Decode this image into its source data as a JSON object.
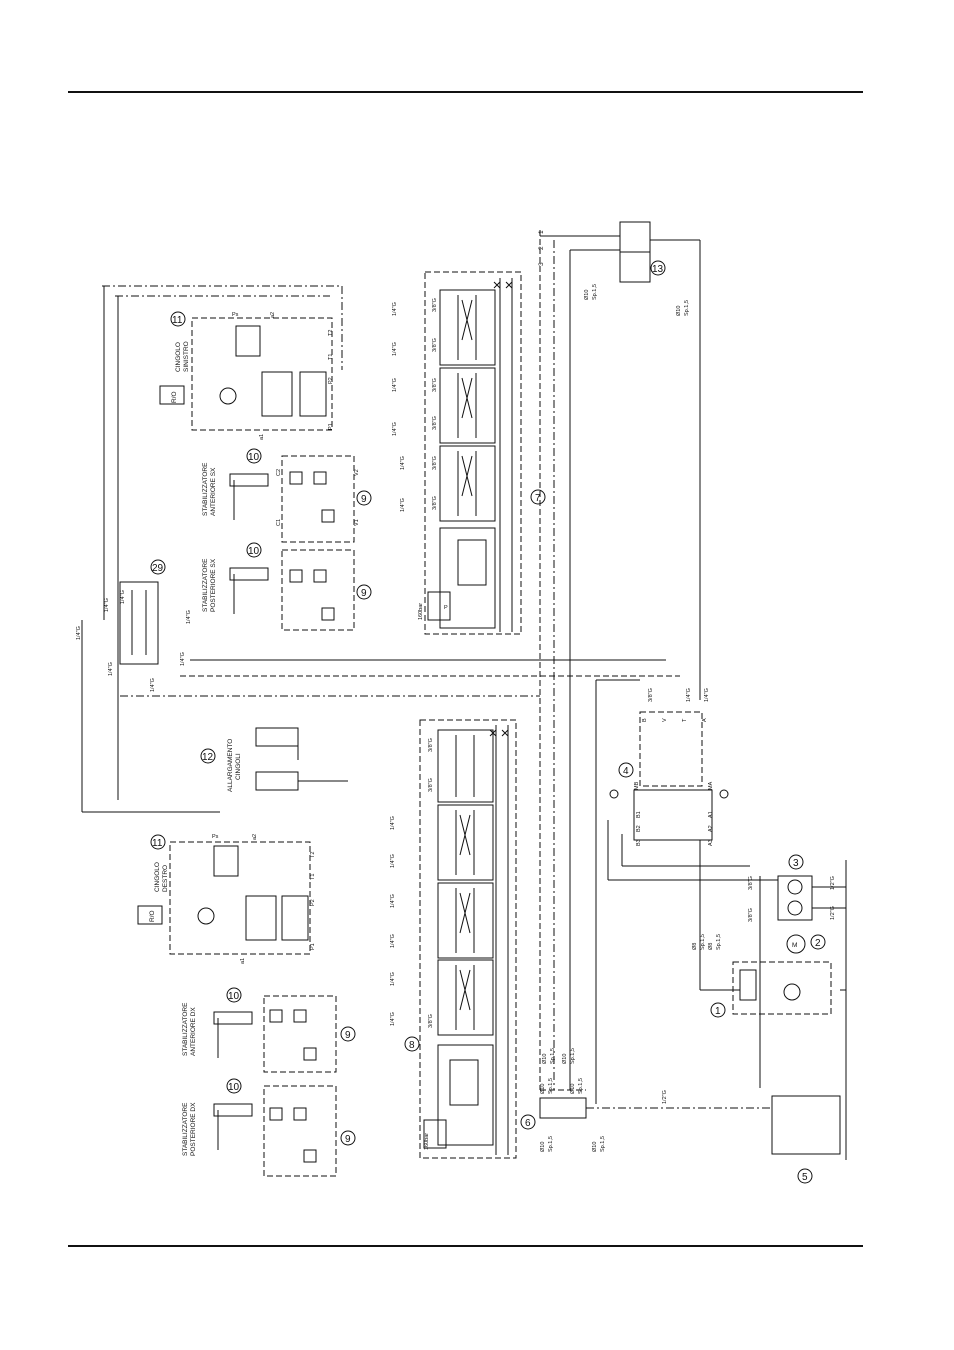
{
  "diagram": {
    "component_numbers": {
      "n1": "1",
      "n2": "2",
      "n3": "3",
      "n4": "4",
      "n5": "5",
      "n6": "6",
      "n7": "7",
      "n8": "8",
      "n9a": "9",
      "n9b": "9",
      "n9c": "9",
      "n9d": "9",
      "n10a": "10",
      "n10b": "10",
      "n10c": "10",
      "n10d": "10",
      "n11a": "11",
      "n11b": "11",
      "n12": "12",
      "n13": "13",
      "n29": "29"
    },
    "labels": {
      "cingolo_sinistro_1": "CINGOLO",
      "cingolo_sinistro_2": "SINISTRO",
      "cingolo_destro_1": "CINGOLO",
      "cingolo_destro_2": "DESTRO",
      "stab_ant_sx_1": "STABILIZZATORE",
      "stab_ant_sx_2": "ANTERIORE SX",
      "stab_post_sx_1": "STABILIZZATORE",
      "stab_post_sx_2": "POSTERIORE SX",
      "stab_ant_dx_1": "STABILIZZATORE",
      "stab_ant_dx_2": "ANTERIORE DX",
      "stab_post_dx_1": "STABILIZZATORE",
      "stab_post_dx_2": "POSTERIORE DX",
      "allarg_1": "ALLARGAMENTO",
      "allarg_2": "CINGOLI",
      "ro_top": "R/O",
      "ro_bottom": "R/O",
      "pump_m": "M"
    },
    "port_labels": {
      "ps_top": "Ps",
      "ps_bot": "Ps",
      "a1_top": "a1",
      "a2_top": "a2",
      "a1_bot": "a1",
      "a2_bot": "a2",
      "t1_top": "T1",
      "t2_top": "T2",
      "p1_top": "P1",
      "p2_top": "P2",
      "t1_bot": "T1",
      "t2_bot": "T2",
      "p1_bot": "P1",
      "p2_bot": "P2",
      "c1": "C1",
      "c2": "C2",
      "v1": "V1",
      "v2": "V2",
      "a": "A",
      "b": "B",
      "t": "T",
      "p": "P",
      "v": "V",
      "ma": "MA",
      "mb": "MB",
      "a1": "A1",
      "a2": "A2",
      "a3": "A3",
      "b1": "B1",
      "b2": "B2",
      "b3": "B3"
    },
    "pipe_specs": {
      "g14": "1/4\"G",
      "g38": "3/8\"G",
      "g12": "1/2\"G",
      "d10": "Ø10",
      "sp15": "Sp.1,5",
      "d8": "Ø8",
      "bar160": "160bar"
    },
    "terminal_numbers": {
      "t1": "1",
      "t2": "2",
      "t3": "3"
    }
  }
}
